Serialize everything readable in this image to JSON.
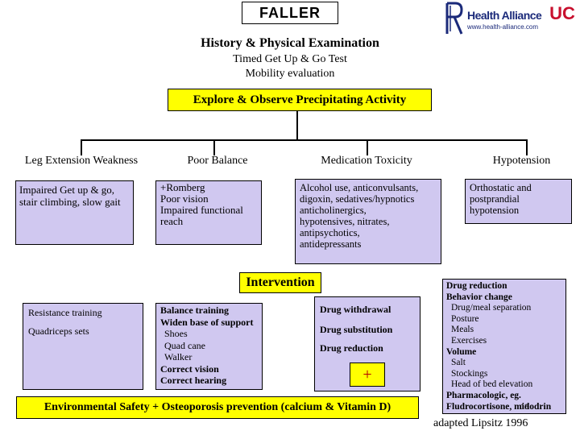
{
  "title": "FALLER",
  "logo": {
    "brand": "Health Alliance",
    "url": "www.health-alliance.com",
    "uc": "UC"
  },
  "history": {
    "heading": "History & Physical Examination",
    "lines": [
      "Timed Get Up & Go Test",
      "Mobility evaluation"
    ]
  },
  "explore": "Explore & Observe Precipitating Activity",
  "categories": {
    "leg": {
      "title": "Leg Extension Weakness",
      "findings": [
        "Impaired Get up & go,",
        "stair climbing, slow gait"
      ],
      "interventions": [
        "Resistance training",
        "Quadriceps sets"
      ]
    },
    "balance": {
      "title": "Poor Balance",
      "findings": [
        "+Romberg",
        "Poor vision",
        "Impaired functional",
        "reach"
      ],
      "interventions": [
        {
          "text": "Balance training",
          "bold": true
        },
        {
          "text": "Widen base of support",
          "bold": true
        },
        {
          "text": "Shoes",
          "bold": false
        },
        {
          "text": "Quad cane",
          "bold": false
        },
        {
          "text": "Walker",
          "bold": false
        },
        {
          "text": "Correct vision",
          "bold": true
        },
        {
          "text": "Correct hearing",
          "bold": true
        }
      ]
    },
    "medication": {
      "title": "Medication Toxicity",
      "findings": [
        "Alcohol use, anticonvulsants,",
        "digoxin, sedatives/hypnotics",
        "anticholinergics,",
        "hypotensives, nitrates,",
        "antipsychotics,",
        "antidepressants"
      ],
      "interventions": [
        "Drug withdrawal",
        "Drug substitution",
        "Drug reduction"
      ]
    },
    "hypotension": {
      "title": "Hypotension",
      "findings": [
        "Orthostatic and",
        "postprandial",
        "hypotension"
      ],
      "interventions": [
        {
          "text": "Drug reduction",
          "bold": true
        },
        {
          "text": "Behavior change",
          "bold": true
        },
        {
          "text": "Drug/meal separation",
          "bold": false
        },
        {
          "text": "Posture",
          "bold": false
        },
        {
          "text": "Meals",
          "bold": false
        },
        {
          "text": "Exercises",
          "bold": false
        },
        {
          "text": "Volume",
          "bold": true
        },
        {
          "text": "Salt",
          "bold": false
        },
        {
          "text": "Stockings",
          "bold": false
        },
        {
          "text": "Head of bed elevation",
          "bold": false
        },
        {
          "text": "Pharmacologic, eg.",
          "bold": true
        },
        {
          "text": "Fludrocortisone, midodrin",
          "bold": true
        }
      ]
    }
  },
  "intervention_label": "Intervention",
  "plus": "+",
  "environment": "Environmental Safety + Osteoporosis prevention (calcium & Vitamin D)",
  "page_number": "13",
  "citation": "adapted Lipsitz 1996",
  "colors": {
    "box_fill": "#d0c8f0",
    "highlight": "#ffff00"
  }
}
